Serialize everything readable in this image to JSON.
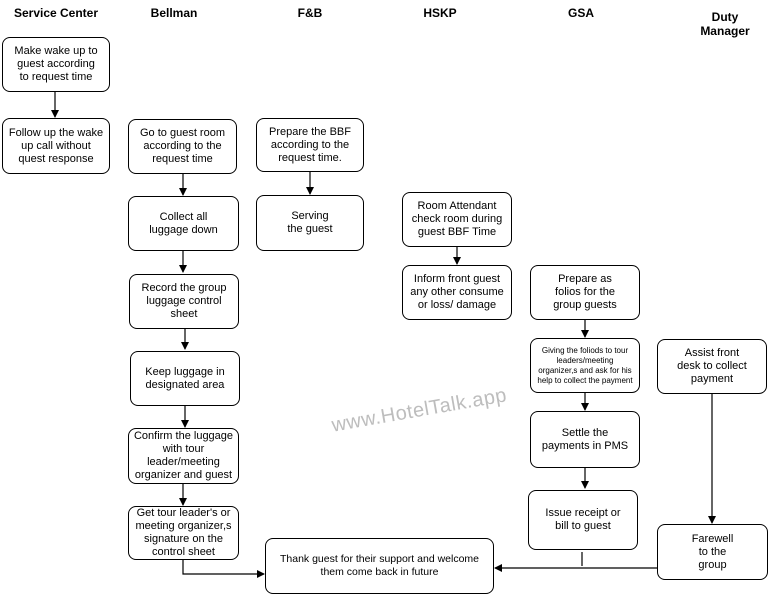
{
  "columns": {
    "service_center": "Service Center",
    "bellman": "Bellman",
    "fb": "F&B",
    "hskp": "HSKP",
    "gsa": "GSA",
    "duty_manager": "Duty\nManager"
  },
  "boxes": {
    "sc_wakeup": "Make wake up to\nguest according\nto request time",
    "sc_followup": "Follow up the wake\nup call without\nquest response",
    "bm_goto": "Go to guest room\naccording to the\nrequest time",
    "bm_collect": "Collect all\nluggage down",
    "bm_record": "Record the group\nluggage control\nsheet",
    "bm_keep": "Keep luggage in\ndesignated area",
    "bm_confirm": "Confirm the luggage\nwith tour\nleader/meeting\norganizer and guest",
    "bm_signature": "Get tour leader's or\nmeeting organizer,s\nsignature on  the\ncontrol sheet",
    "fb_prepare": "Prepare the BBF\naccording to the\nrequest time.",
    "fb_serving": "Serving\nthe guest",
    "hk_check": "Room Attendant\ncheck room during\nguest BBF Time",
    "hk_inform": "Inform front guest\nany other consume\nor loss/ damage",
    "gsa_prepare": "Prepare as\nfolios for the\ngroup guests",
    "gsa_giving": "Giving the foliods to tour\nleaders/meeting\norganizer,s and ask for his\nhelp to collect the payment",
    "gsa_settle": "Settle the\npayments in PMS",
    "gsa_issue": "Issue receipt or\nbill to guest",
    "dm_assist": "Assist front\ndesk to collect\npayment",
    "dm_farewell": "Farewell\nto the\ngroup",
    "thank": "Thank guest for their support and welcome\nthem come back in future"
  },
  "watermark": "www.HotelTalk.app"
}
